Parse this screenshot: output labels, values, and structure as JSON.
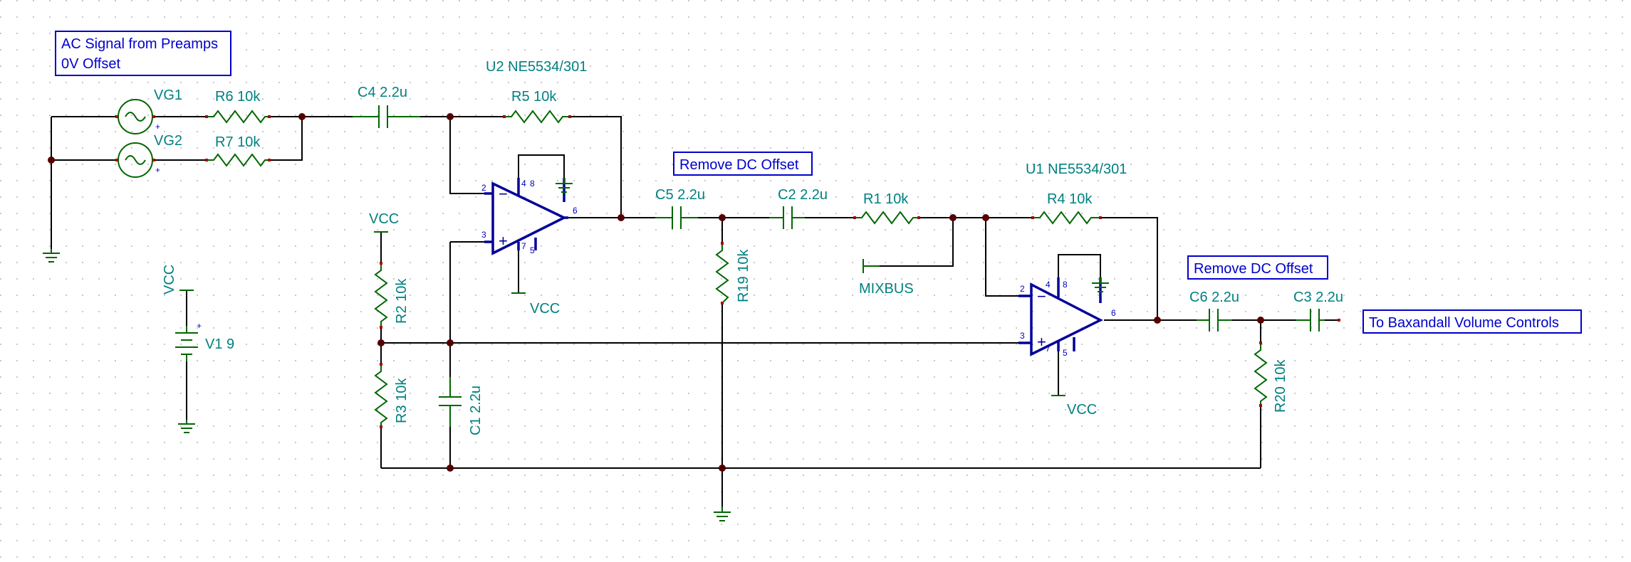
{
  "notes": {
    "input_line1": "AC Signal from Preamps",
    "input_line2": "0V Offset",
    "dc1": "Remove DC Offset",
    "dc2": "Remove DC Offset",
    "output": "To Baxandall Volume Controls"
  },
  "components": {
    "vg1": "VG1",
    "vg2": "VG2",
    "r6": "R6 10k",
    "r7": "R7 10k",
    "c4": "C4 2.2u",
    "u2": "U2 NE5534/301",
    "r5": "R5 10k",
    "c5": "C5 2.2u",
    "c2": "C2 2.2u",
    "r1": "R1 10k",
    "u1": "U1 NE5534/301",
    "r4": "R4 10k",
    "r19": "R19 10k",
    "r2": "R2 10k",
    "r3": "R3 10k",
    "c1": "C1 2.2u",
    "c6": "C6 2.2u",
    "c3": "C3 2.2u",
    "r20": "R20 10k",
    "v1": "V1 9"
  },
  "nets": {
    "vcc_r2": "VCC",
    "vcc_u2": "VCC",
    "vcc_u1": "VCC",
    "vcc_v1": "VCC",
    "mixbus": "MIXBUS"
  },
  "pins": {
    "u2_inv": "2",
    "u2_noninv": "3",
    "u2_out": "6",
    "u2_p4": "4",
    "u2_p8": "8",
    "u2_p7": "7",
    "u2_p5": "5",
    "u1_inv": "2",
    "u1_noninv": "3",
    "u1_out": "6",
    "u1_p4": "4",
    "u1_p8": "8",
    "u1_p7": "7",
    "u1_p5": "5"
  },
  "symbols": {
    "minus": "−",
    "plus": "+"
  },
  "colors": {
    "wire": "#000000",
    "label": "#008080",
    "component": "#006600",
    "opamp": "#000099",
    "note_border": "#0000cc",
    "grid": "#c8c8c8"
  }
}
